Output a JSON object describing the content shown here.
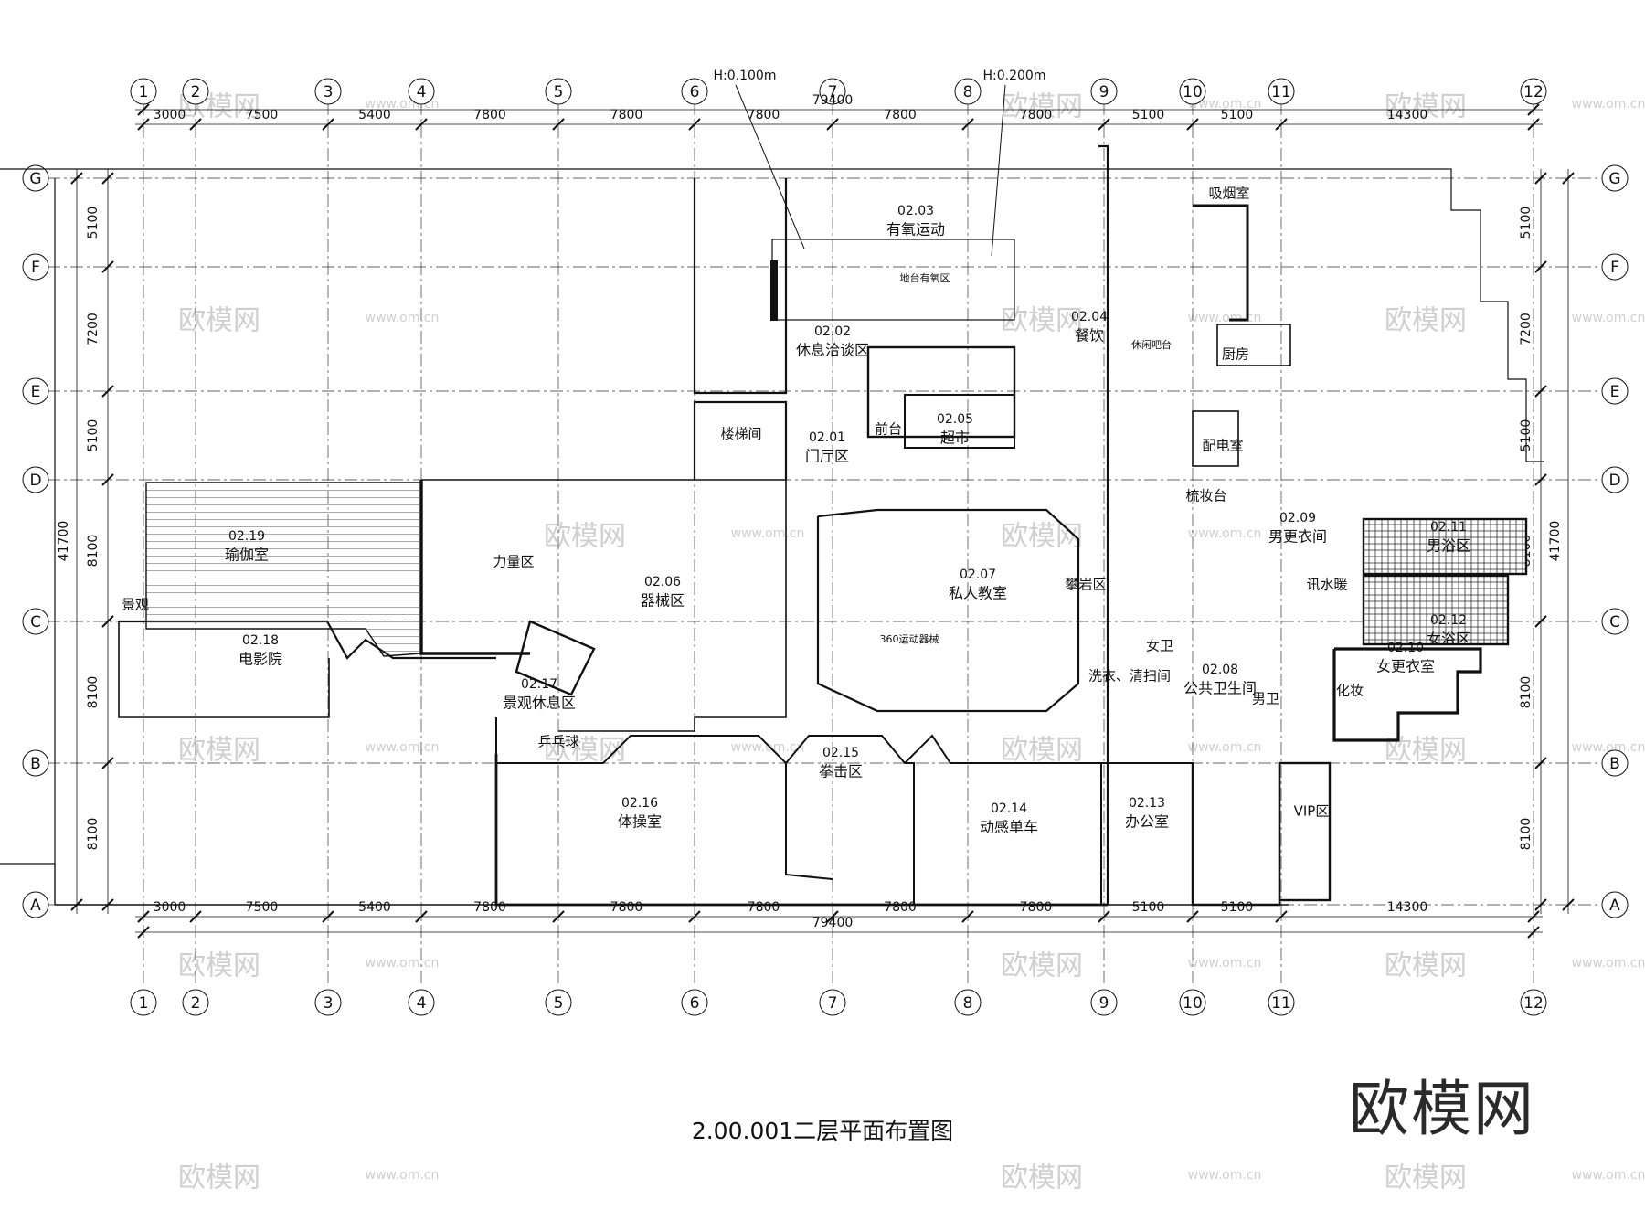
{
  "axes_top": [
    "1",
    "2",
    "3",
    "4",
    "5",
    "6",
    "7",
    "8",
    "9",
    "10",
    "11",
    "12"
  ],
  "axes_side": [
    "G",
    "F",
    "E",
    "D",
    "C",
    "B",
    "A"
  ],
  "dims_top": [
    "3000",
    "7500",
    "5400",
    "7800",
    "7800",
    "7800",
    "7800",
    "7800",
    "5100",
    "5100",
    "14300"
  ],
  "dims_bottom": [
    "3000",
    "7500",
    "5400",
    "7800",
    "7800",
    "7800",
    "7800",
    "7800",
    "5100",
    "5100",
    "14300"
  ],
  "dims_side": [
    "5100",
    "7200",
    "5100",
    "8100",
    "8100",
    "8100"
  ],
  "total_width": "79400",
  "total_height": "41700",
  "level_marks": [
    "H:0.100m",
    "H:0.200m"
  ],
  "rooms": [
    {
      "code": "02.03",
      "name": "有氧运动"
    },
    {
      "code": "",
      "name": "地台有氧区"
    },
    {
      "code": "02.02",
      "name": "休息洽谈区"
    },
    {
      "code": "02.04",
      "name": "餐饮"
    },
    {
      "code": "",
      "name": "休闲吧台"
    },
    {
      "code": "",
      "name": "厨房"
    },
    {
      "code": "",
      "name": "吸烟室"
    },
    {
      "code": "",
      "name": "楼梯间"
    },
    {
      "code": "02.01",
      "name": "门厅区"
    },
    {
      "code": "",
      "name": "前台"
    },
    {
      "code": "02.05",
      "name": "超市"
    },
    {
      "code": "",
      "name": "配电室"
    },
    {
      "code": "",
      "name": "梳妆台"
    },
    {
      "code": "02.09",
      "name": "男更衣间"
    },
    {
      "code": "02.11",
      "name": "男浴区"
    },
    {
      "code": "02.12",
      "name": "女浴区"
    },
    {
      "code": "02.10",
      "name": "女更衣室"
    },
    {
      "code": "",
      "name": "化妆"
    },
    {
      "code": "",
      "name": "讯水暖"
    },
    {
      "code": "02.19",
      "name": "瑜伽室"
    },
    {
      "code": "",
      "name": "景观"
    },
    {
      "code": "02.18",
      "name": "电影院"
    },
    {
      "code": "",
      "name": "力量区"
    },
    {
      "code": "02.06",
      "name": "器械区"
    },
    {
      "code": "02.17",
      "name": "景观休息区"
    },
    {
      "code": "02.07",
      "name": "私人教室"
    },
    {
      "code": "",
      "name": "360运动器械"
    },
    {
      "code": "",
      "name": "攀岩区"
    },
    {
      "code": "",
      "name": "洗衣、清扫间"
    },
    {
      "code": "",
      "name": "女卫"
    },
    {
      "code": "02.08",
      "name": "公共卫生间"
    },
    {
      "code": "",
      "name": "男卫"
    },
    {
      "code": "",
      "name": "乒乓球"
    },
    {
      "code": "02.16",
      "name": "体操室"
    },
    {
      "code": "02.15",
      "name": "拳击区"
    },
    {
      "code": "02.14",
      "name": "动感单车"
    },
    {
      "code": "02.13",
      "name": "办公室"
    },
    {
      "code": "",
      "name": "VIP区"
    }
  ],
  "watermark_logo": "欧模网",
  "watermark_small": "欧模网",
  "watermark_url": "www.om.cn",
  "drawing_title": "2.00.001二层平面布置图",
  "colors": {
    "line": "#111111",
    "grid": "#333333",
    "watermark": "#cfcfcf",
    "hatch": "#555555"
  }
}
